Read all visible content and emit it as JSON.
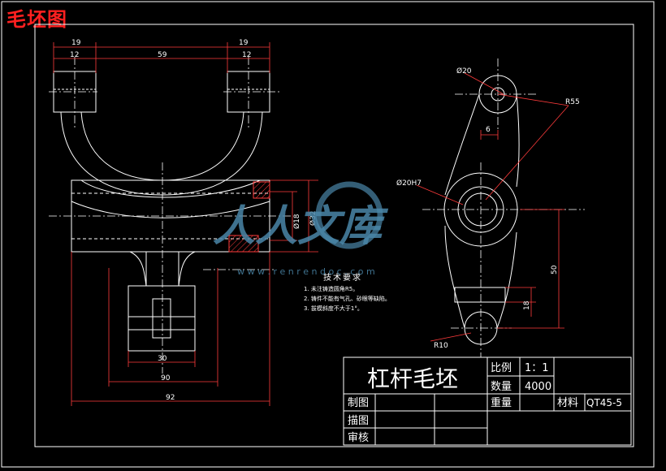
{
  "drawing": {
    "sheet_title": "毛坯图",
    "part_name": "杠杆毛坯",
    "technical_requirements": {
      "heading": "技术要求",
      "lines": [
        "1. 未注铸造圆角R5。",
        "2. 铸件不能有气孔、砂眼等缺陷。",
        "3. 拔模斜度不大于1°。"
      ]
    },
    "dimensions": {
      "top_left_chain": [
        "19",
        "12",
        "59",
        "12",
        "19"
      ],
      "dia_inner": "Ø18",
      "dia_outer": "Ø32",
      "bottom_inner": "90",
      "bottom_overall": "92",
      "bottom_small": "30",
      "right_dia_top": "Ø20",
      "right_r_large": "R55",
      "right_offset": "6",
      "right_bore": "Ø20H7",
      "right_vertical": "50",
      "right_small": "18",
      "right_r_bottom": "R10"
    },
    "title_block": {
      "scale_label": "比例",
      "scale_value": "1：1",
      "quantity_label": "数量",
      "quantity_value": "4000",
      "weight_label": "重量",
      "material_label": "材料",
      "material_value": "QT45-5",
      "drawn_label": "制图",
      "traced_label": "描图",
      "checked_label": "审核"
    },
    "watermark": {
      "text": "人人文库",
      "url": "w w w . r e n r e n d o c . c o m"
    }
  }
}
